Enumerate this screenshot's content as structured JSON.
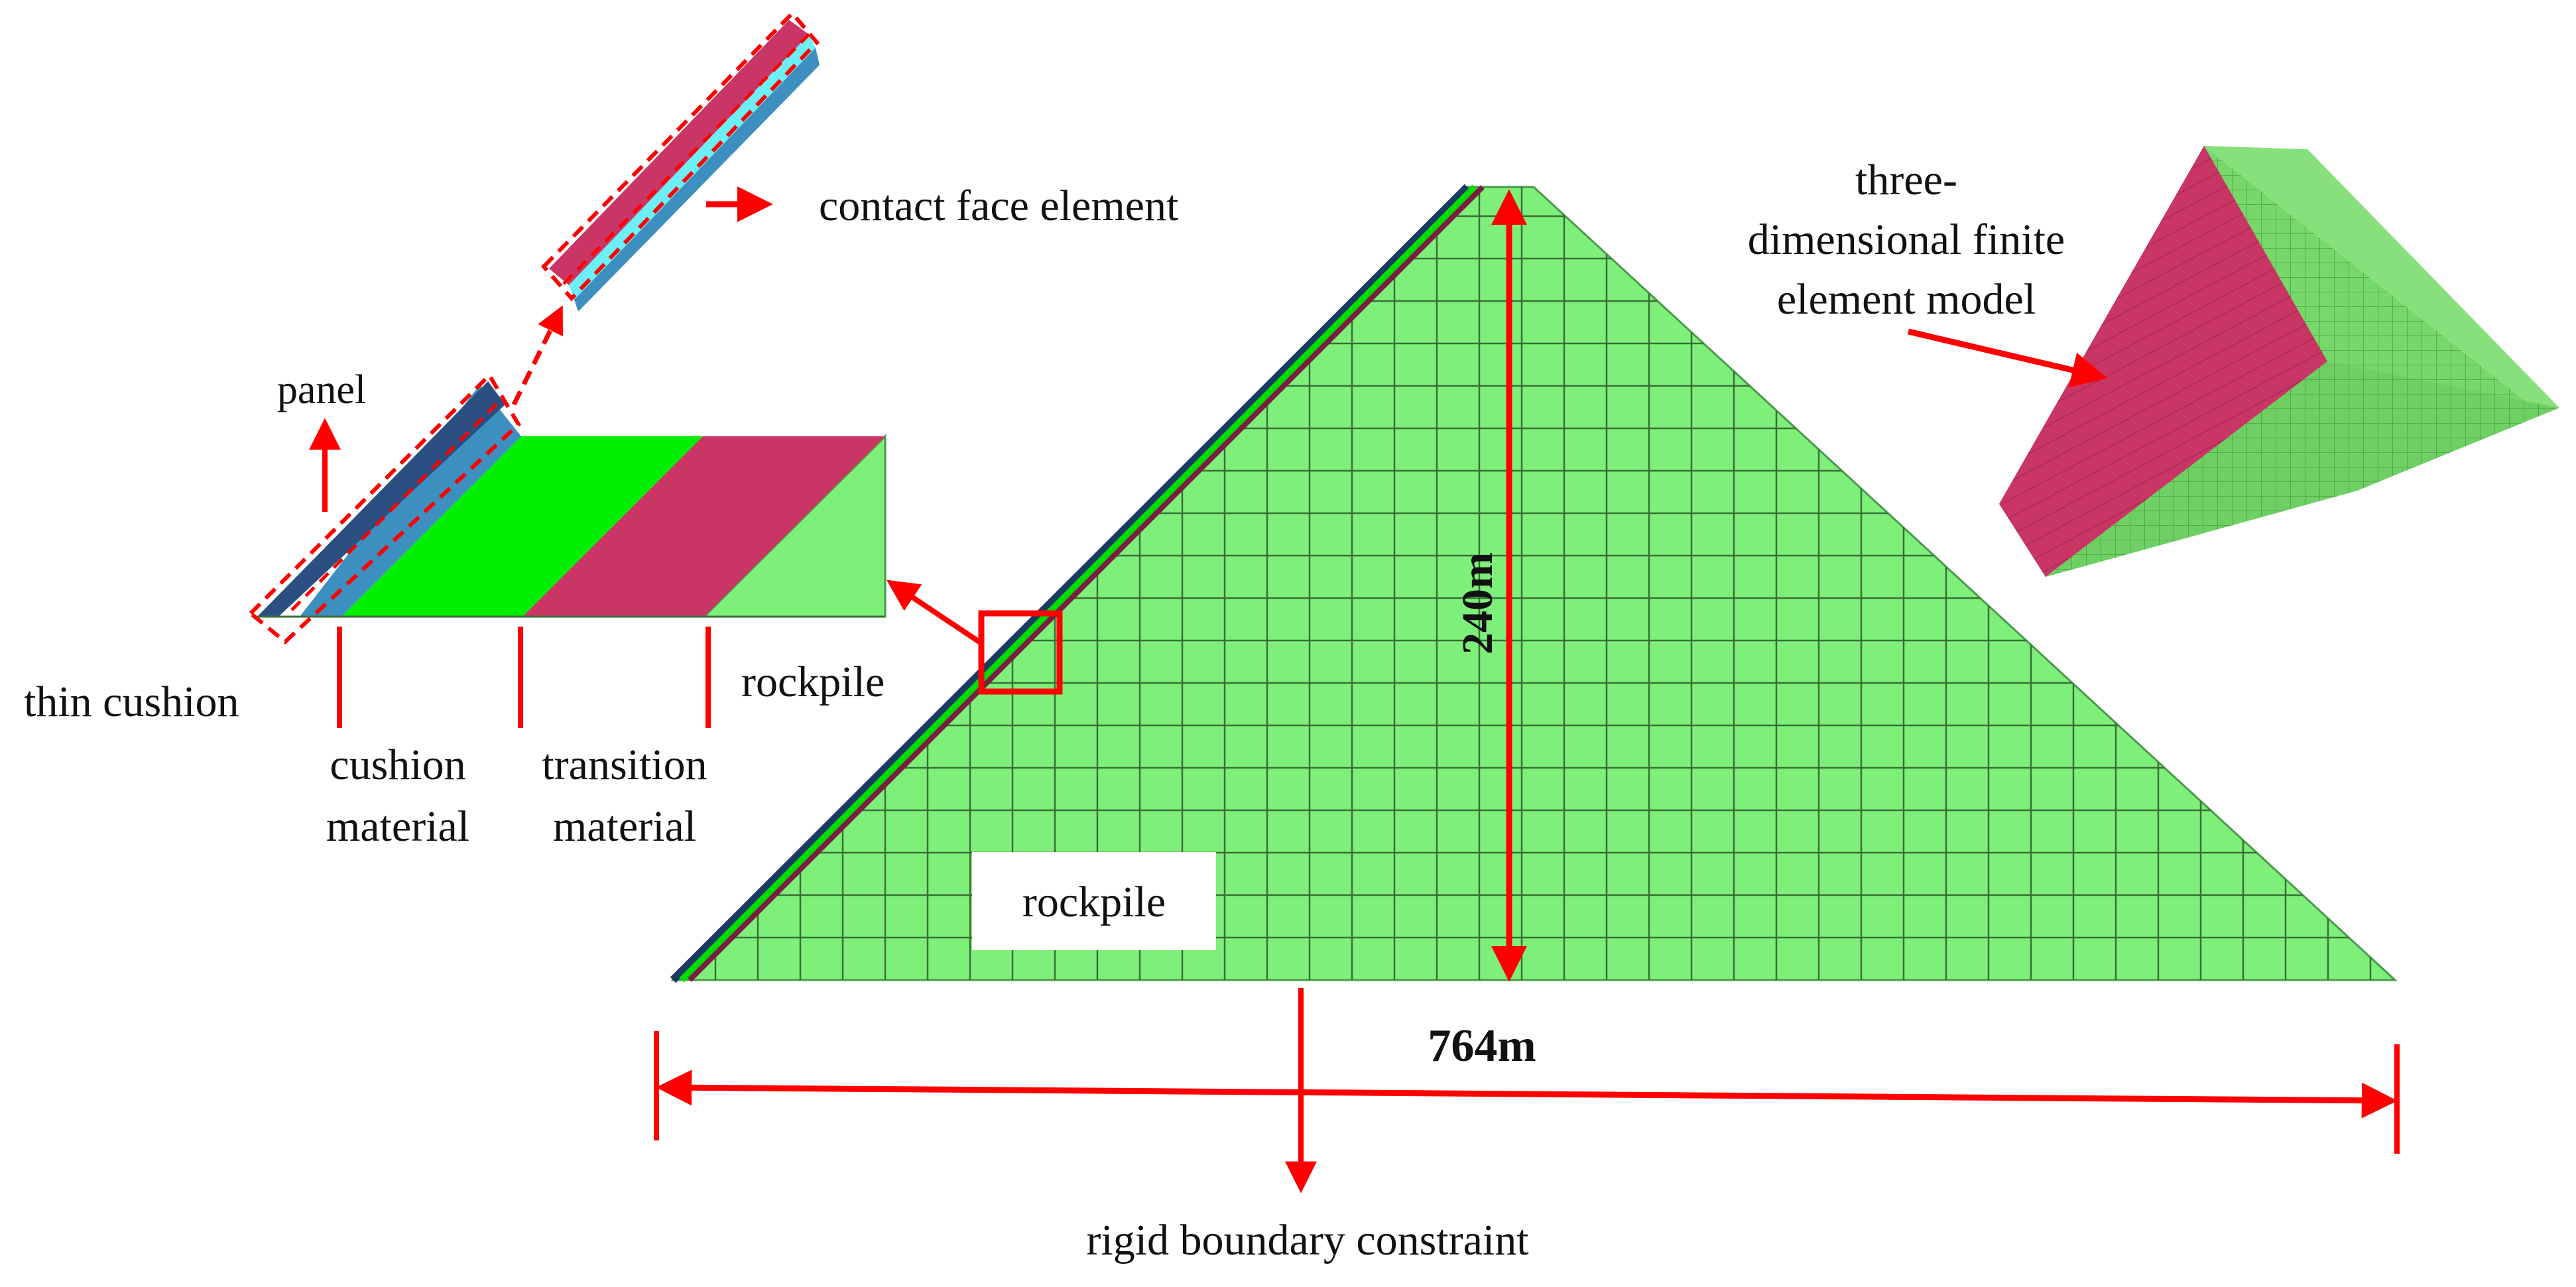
{
  "labels": {
    "contact_face_element": "contact face element",
    "panel": "panel",
    "thin_cushion": "thin cushion",
    "cushion_material_l1": "cushion",
    "cushion_material_l2": "material",
    "transition_material_l1": "transition",
    "transition_material_l2": "material",
    "rockpile_detail": "rockpile",
    "rockpile_main": "rockpile",
    "height_dim": "240m",
    "width_dim": "764m",
    "rigid_boundary": "rigid boundary constraint",
    "model_l1": "three-",
    "model_l2": "dimensional finite",
    "model_l3": "element model"
  },
  "colors": {
    "rockpile": "#7ef07a",
    "cushion": "#00ee00",
    "transition": "#c93565",
    "panel": "#3d8fc0",
    "contact_face": "#6cf0f5",
    "annotation": "#ff0000",
    "mesh": "#3a6e38"
  }
}
